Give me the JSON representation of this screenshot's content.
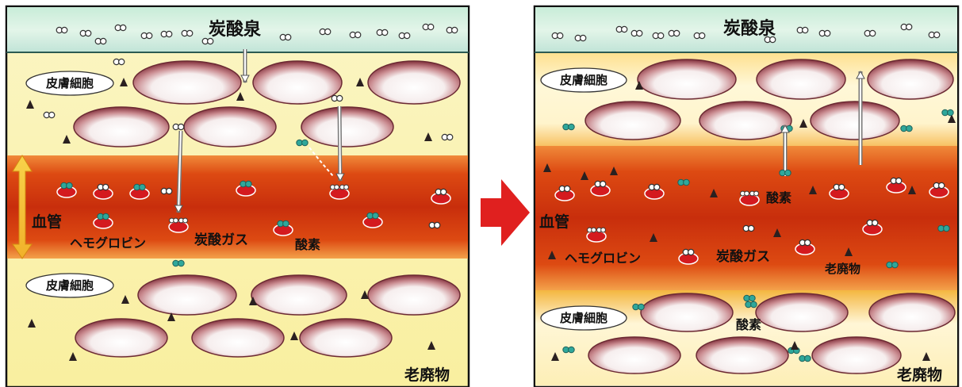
{
  "left_panel": {
    "title": "炭酸泉",
    "skin_cell_top": "皮膚細胞",
    "skin_cell_bottom": "皮膚細胞",
    "blood_vessel": "血管",
    "hemoglobin": "ヘモグロビン",
    "co2_gas": "炭酸ガス",
    "oxygen": "酸素",
    "waste": "老廃物"
  },
  "right_panel": {
    "title": "炭酸泉",
    "skin_cell_top": "皮膚細胞",
    "skin_cell_bottom": "皮膚細胞",
    "blood_vessel": "血管",
    "hemoglobin": "ヘモグロビン",
    "co2_gas": "炭酸ガス",
    "oxygen_vessel": "酸素",
    "oxygen_tissue": "酸素",
    "waste_vessel": "老廃物",
    "waste": "老廃物"
  },
  "colors": {
    "arrow": "#e0201f",
    "vessel": "#d13a10",
    "tissue": "#fbf3b8",
    "spring": "#cfeee2",
    "double_arrow": "#f5c33a"
  }
}
